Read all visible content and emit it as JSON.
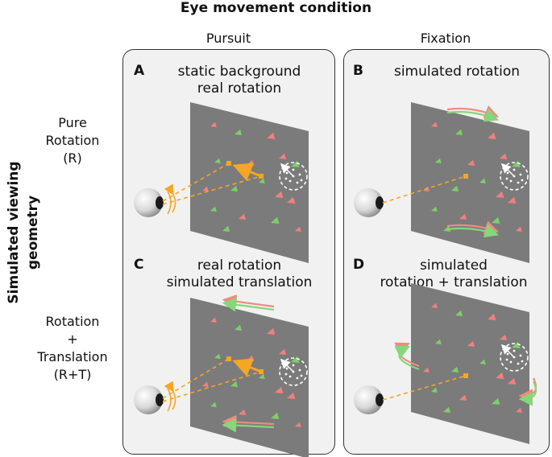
{
  "figure": {
    "title": "Eye movement condition",
    "y_axis_title": "Simulated viewing geometry",
    "columns": [
      "Pursuit",
      "Fixation"
    ],
    "rows": [
      {
        "lines": [
          "Pure",
          "Rotation",
          "(R)"
        ]
      },
      {
        "lines": [
          "Rotation",
          "+",
          "Translation",
          "(R+T)"
        ]
      }
    ],
    "panels": [
      {
        "label": "A",
        "title_lines": [
          "static background",
          "real rotation"
        ]
      },
      {
        "label": "B",
        "title_lines": [
          "simulated rotation"
        ]
      },
      {
        "label": "C",
        "title_lines": [
          "real rotation",
          "simulated translation"
        ]
      },
      {
        "label": "D",
        "title_lines": [
          "simulated",
          "rotation + translation"
        ]
      }
    ]
  },
  "colors": {
    "panel_background": "#f1f1f1",
    "screen": "#7b7b7b",
    "gaze_orange": "#f5a623",
    "triangle_red": "#f08080",
    "triangle_green": "#7ccf6a",
    "arrow_red": "#f08a80",
    "arrow_green": "#86d67a"
  }
}
